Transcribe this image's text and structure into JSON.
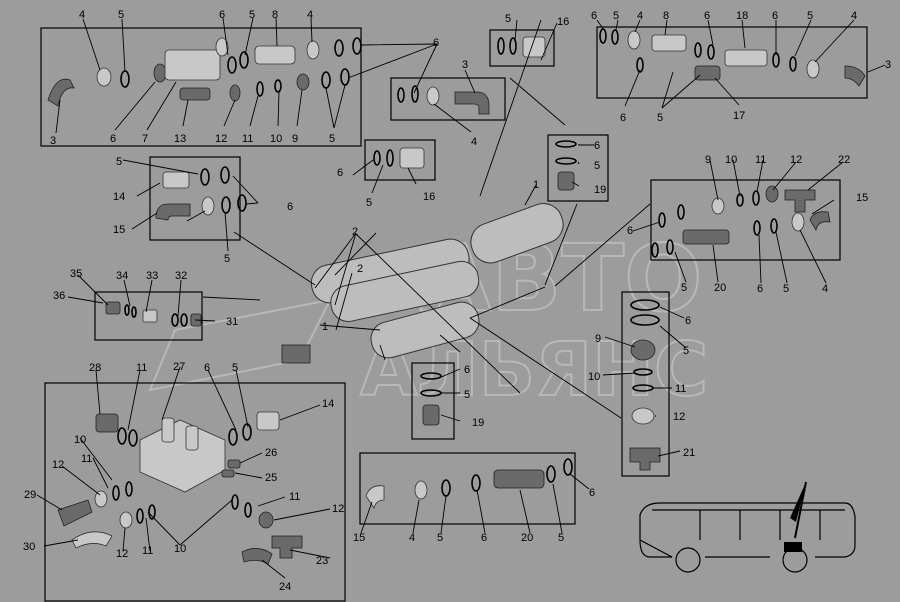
{
  "watermark": {
    "line1": "АВТО",
    "line2": "АЛЬЯНС"
  },
  "callouts": {
    "n1": "1",
    "n2": "2",
    "n3": "3",
    "n4": "4",
    "n5": "5",
    "n6": "6",
    "n7": "7",
    "n8": "8",
    "n9": "9",
    "n10": "10",
    "n11": "11",
    "n12": "12",
    "n13": "13",
    "n14": "14",
    "n15": "15",
    "n16": "16",
    "n17": "17",
    "n18": "18",
    "n19": "19",
    "n20": "20",
    "n21": "21",
    "n22": "22",
    "n23": "23",
    "n24": "24",
    "n25": "25",
    "n26": "26",
    "n27": "27",
    "n28": "28",
    "n29": "29",
    "n30": "30",
    "n31": "31",
    "n32": "32",
    "n33": "33",
    "n34": "34",
    "n35": "35",
    "n36": "36"
  }
}
